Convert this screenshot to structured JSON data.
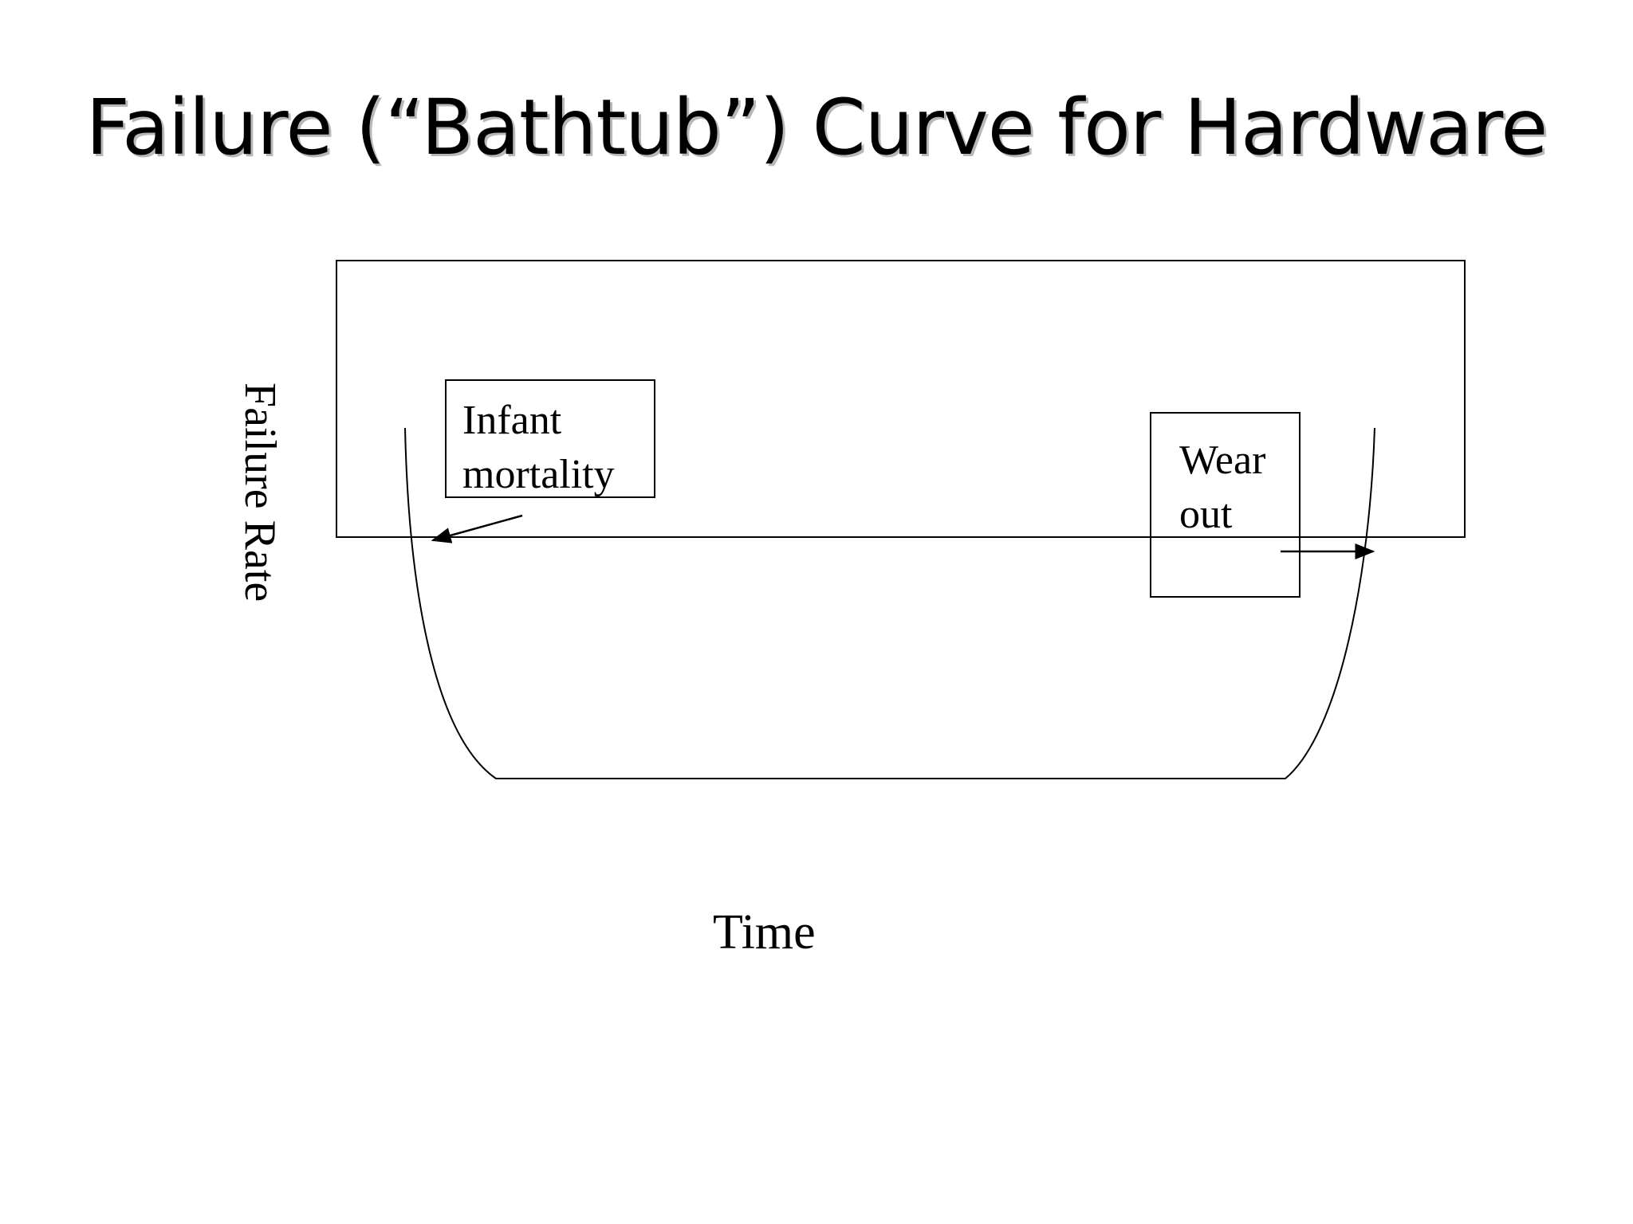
{
  "slide": {
    "title": "Failure (“Bathtub”) Curve for Hardware"
  },
  "diagram": {
    "y_axis_label": "Failure Rate",
    "x_axis_label": "Time",
    "callouts": {
      "infant_mortality": {
        "line1": "Infant",
        "line2": "mortality"
      },
      "wear_out": {
        "line1": "Wear",
        "line2": "out"
      }
    },
    "colors": {
      "stroke": "#000000",
      "background": "#ffffff",
      "title_shadow": "#b8b8b8"
    }
  }
}
